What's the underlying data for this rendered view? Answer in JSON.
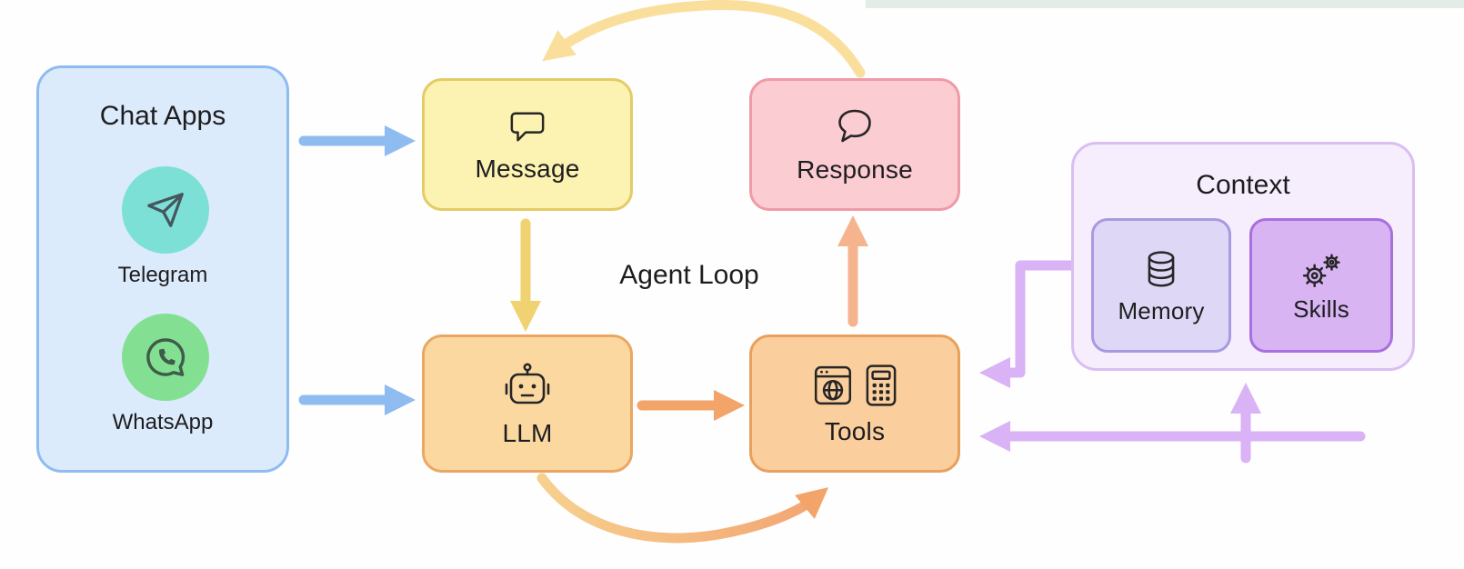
{
  "diagram_title": "Agent Loop",
  "chat_apps": {
    "title": "Chat Apps",
    "apps": [
      {
        "name": "Telegram",
        "icon": "telegram-paper-plane",
        "circle_color": "#7de0d6"
      },
      {
        "name": "WhatsApp",
        "icon": "whatsapp-bubble-phone",
        "circle_color": "#83e093"
      }
    ]
  },
  "nodes": {
    "message": {
      "label": "Message",
      "icon": "speech-bubble-square",
      "fill": "#fcf2b2",
      "border": "#e4cb66"
    },
    "response": {
      "label": "Response",
      "icon": "speech-bubble-round",
      "fill": "#fbccd2",
      "border": "#ef9ba7"
    },
    "llm": {
      "label": "LLM",
      "icon": "robot",
      "fill": "#fcd8a1",
      "border": "#eaa763"
    },
    "tools": {
      "label": "Tools",
      "icons": [
        "browser-globe",
        "calculator"
      ],
      "fill": "#fbce9d",
      "border": "#e7a05d"
    }
  },
  "context": {
    "title": "Context",
    "memory": {
      "label": "Memory",
      "icon": "database-cylinder",
      "fill": "#ded8f6",
      "border": "#a89ae2"
    },
    "skills": {
      "label": "Skills",
      "icon": "gears",
      "fill": "#d8b4f3",
      "border": "#a770df"
    }
  },
  "arrows": {
    "chatapps_to_message": "#8fbcf0",
    "chatapps_to_llm": "#8fbcf0",
    "message_to_llm": "#f0d271",
    "llm_to_tools": "#f2a469",
    "tools_to_response": "#f5b48d",
    "response_to_message_curve": "#fadf9c",
    "llm_to_tools_bottom_curve": "#f3a572",
    "context_to_tools": "#d9b3f5",
    "tools_to_context": "#d9b3f5"
  }
}
